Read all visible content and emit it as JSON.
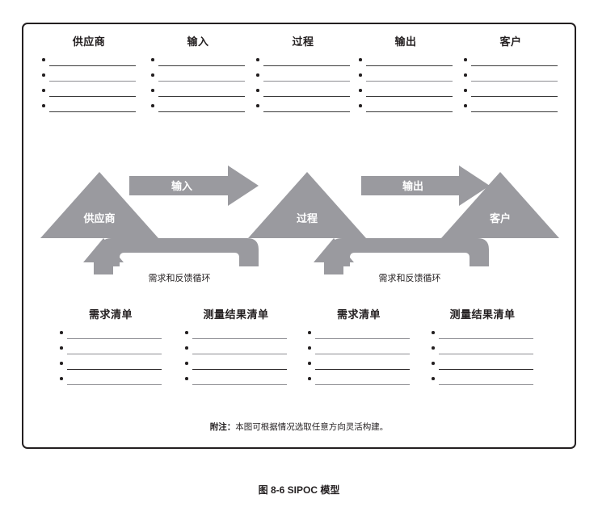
{
  "figure": {
    "caption": "图 8-6 SIPOC 模型",
    "footnote_label": "附注：",
    "footnote_text": "本图可根据情况选取任意方向灵活构建。"
  },
  "colors": {
    "shape_gray": "#9a9a9f",
    "frame_black": "#231f20",
    "rule_dark": "#3a3a3a",
    "rule_gray": "#8d8d92",
    "label_white": "#ffffff"
  },
  "top_columns": [
    {
      "title": "供应商",
      "rows": 4
    },
    {
      "title": "输入",
      "rows": 4
    },
    {
      "title": "过程",
      "rows": 4
    },
    {
      "title": "输出",
      "rows": 4
    },
    {
      "title": "客户",
      "rows": 4
    }
  ],
  "bottom_columns": [
    {
      "title": "需求清单",
      "rows": 4
    },
    {
      "title": "测量结果清单",
      "rows": 4
    },
    {
      "title": "需求清单",
      "rows": 4
    },
    {
      "title": "测量结果清单",
      "rows": 4
    }
  ],
  "flow": {
    "nodes": [
      {
        "id": "supplier",
        "label": "供应商"
      },
      {
        "id": "process",
        "label": "过程"
      },
      {
        "id": "customer",
        "label": "客户"
      }
    ],
    "arrows": [
      {
        "id": "input-arrow",
        "label": "输入"
      },
      {
        "id": "output-arrow",
        "label": "输出"
      }
    ],
    "loops": [
      {
        "id": "loop-left",
        "label": "需求和反馈循环"
      },
      {
        "id": "loop-right",
        "label": "需求和反馈循环"
      }
    ]
  }
}
